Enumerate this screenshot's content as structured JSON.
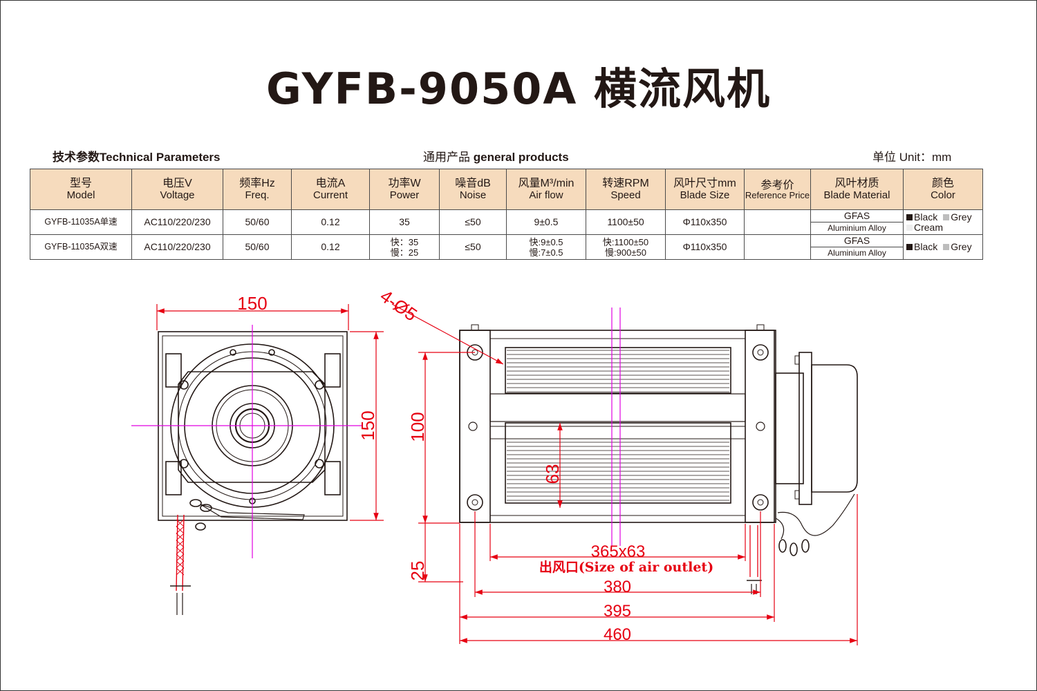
{
  "title": "GYFB-9050A 横流风机",
  "header": {
    "left": "技术参数Technical Parameters",
    "center_cn": "通用产品",
    "center_en": "general products",
    "right": "单位 Unit：mm"
  },
  "table": {
    "columns": [
      {
        "cn": "型号",
        "en": "Model"
      },
      {
        "cn": "电压V",
        "en": "Voltage"
      },
      {
        "cn": "频率Hz",
        "en": "Freq."
      },
      {
        "cn": "电流A",
        "en": "Current"
      },
      {
        "cn": "功率W",
        "en": "Power"
      },
      {
        "cn": "噪音dB",
        "en": "Noise"
      },
      {
        "cn": "风量M³/min",
        "en": "Air flow"
      },
      {
        "cn": "转速RPM",
        "en": "Speed"
      },
      {
        "cn": "风叶尺寸mm",
        "en": "Blade Size"
      },
      {
        "cn": "参考价",
        "en": "Reference Price"
      },
      {
        "cn": "风叶材质",
        "en": "Blade Material"
      },
      {
        "cn": "颜色",
        "en": "Color"
      }
    ],
    "rows": [
      {
        "model": "GYFB-11035A单速",
        "voltage": "AC110/220/230",
        "freq": "50/60",
        "current": "0.12",
        "power": [
          "35"
        ],
        "noise": "≤50",
        "airflow": [
          "9±0.5"
        ],
        "speed": [
          "1100±50"
        ],
        "blade_size": "Φ110x350",
        "price": "",
        "material_top": "GFAS",
        "material_bottom": "Aluminium Alloy",
        "colors": [
          "Black",
          "Grey",
          "Cream"
        ]
      },
      {
        "model": "GYFB-11035A双速",
        "voltage": "AC110/220/230",
        "freq": "50/60",
        "current": "0.12",
        "power": [
          "快：35",
          "慢：25"
        ],
        "noise": "≤50",
        "airflow": [
          "快:9±0.5",
          "慢:7±0.5"
        ],
        "speed": [
          "快:1100±50",
          "慢:900±50"
        ],
        "blade_size": "Φ110x350",
        "price": "",
        "material_top": "GFAS",
        "material_bottom": "Aluminium Alloy",
        "colors": [
          "Black",
          "Grey"
        ]
      }
    ]
  },
  "drawing": {
    "colors": {
      "dimension": "#e60012",
      "centerline": "#e100e1",
      "outline": "#231815"
    },
    "left_view": {
      "width_label": "150",
      "height_label": "150"
    },
    "right_view": {
      "holes_label": "4-Ø5",
      "height_label": "100",
      "outlet_height_label": "63",
      "bottom_label": "25",
      "outlet_size_label": "365x63",
      "outlet_caption": "出风口(Size of  air outlet)",
      "dim_380": "380",
      "dim_395": "395",
      "dim_460": "460"
    }
  }
}
